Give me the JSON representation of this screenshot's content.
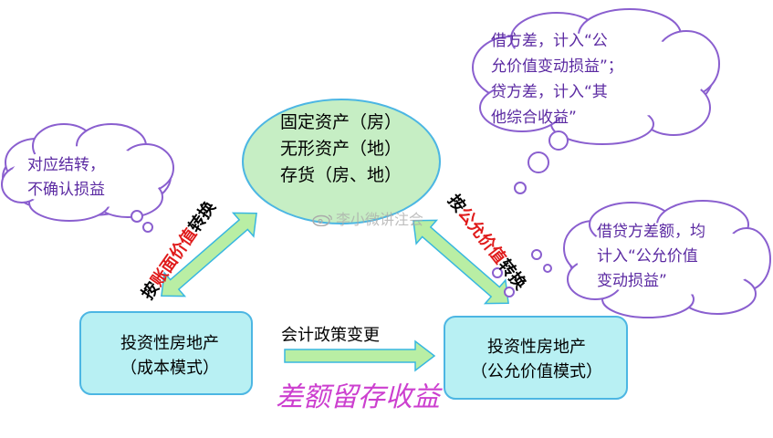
{
  "center_node": {
    "lines": [
      "固定资产（房）",
      "无形资产（地）",
      "存货（房、地）"
    ]
  },
  "left_node": {
    "lines": [
      "投资性房地产",
      "（成本模式）"
    ]
  },
  "right_node": {
    "lines": [
      "投资性房地产",
      "（公允价值模式）"
    ]
  },
  "policy_change": "会计政策变更",
  "retained_earnings": "差额留存收益",
  "left_bubble": {
    "lines": [
      "对应结转，",
      "不确认损益"
    ]
  },
  "top_right_bubble": {
    "lines": [
      "借方差，计入“公",
      "允价值变动损益”；",
      "贷方差，计入“其",
      "他综合收益”"
    ]
  },
  "right_bubble": {
    "lines": [
      "借贷方差额，均",
      "计入“公允价值",
      "变动损益”"
    ]
  },
  "left_arrow_label": {
    "prefix": "按",
    "highlight": "账面价值",
    "suffix": "转换"
  },
  "right_arrow_label": {
    "prefix": "按",
    "highlight": "公允价值",
    "suffix": "转换"
  },
  "watermark": "李小微讲注会",
  "colors": {
    "ellipse_fill": "#c6eec4",
    "ellipse_stroke": "#4cb6e3",
    "box_fill": "#b8f0f3",
    "box_stroke": "#4cb6e3",
    "arrow_fill": "#b9eea4",
    "arrow_stroke": "#38b7e0",
    "bubble_stroke": "#8a5fcf",
    "bubble_text": "#5b2aa2",
    "highlight": "#e01b1b",
    "retained_text": "#cc3fcf"
  }
}
